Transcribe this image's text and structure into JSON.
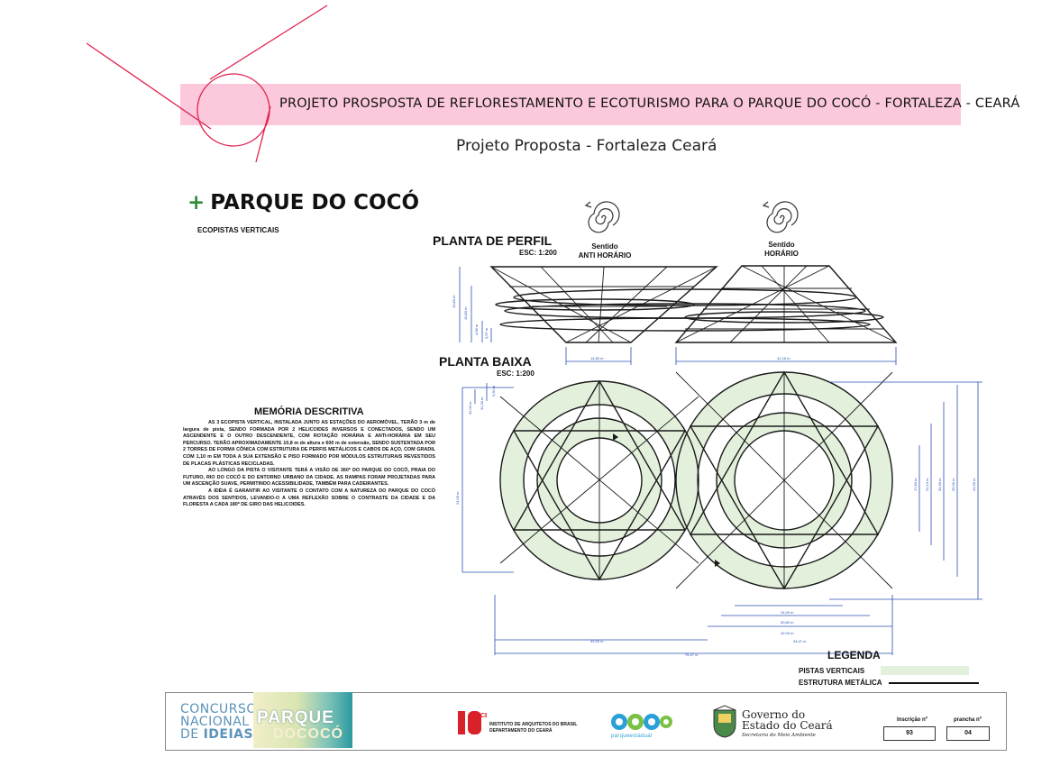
{
  "header": {
    "title": "PROJETO PROSPOSTA DE REFLORESTAMENTO E ECOTURISMO PARA O PARQUE DO COCÓ - FORTALEZA - CEARÁ",
    "subtitle": "Projeto Proposta - Fortaleza Ceará"
  },
  "park": {
    "heading": "PARQUE DO COCÓ",
    "plus": "+",
    "sub": "ECOPISTAS VERTICAIS"
  },
  "profile": {
    "title": "PLANTA DE PERFIL",
    "scale": "ESC: 1:200",
    "rotation_left": [
      "Sentido",
      "ANTI HORÁRIO"
    ],
    "rotation_right": [
      "Sentido",
      "HORÁRIO"
    ]
  },
  "plan": {
    "title": "PLANTA BAIXA",
    "scale": "ESC: 1:200"
  },
  "memoria": {
    "title": "MEMÓRIA DESCRITIVA",
    "paragraphs": [
      "AS 3 ECOPISTA VERTICAL, INSTALADA JUNTO AS ESTAÇÕES DO AEROMÓVEL, TERÃO 3 m de largura de pista, SENDO FORMADA POR 2 HELICOIDES INVERSOS E CONECTADOS, SENDO UM ASCENDENTE E O OUTRO DESCENDENTE, COM ROTAÇÃO HORÁRIA E ANTI-HORÁRIA EM SEU PERCURSO. TERÃO APROXIMADAMENTE 10,8 m de altura e 600 m de extensão, SENDO SUSTENTADA POR 2 TORRES DE FORMA CÔNICA COM ESTRUTURA DE PERFIS METÁLICOS E CABOS DE AÇO, COM GRADIL COM 1,10 m EM TODA A SUA EXTENSÃO E PISO FORMADO POR MÓDULOS ESTRUTURAIS REVESTIDOS DE PLACAS PLÁSTICAS RECICLADAS.",
      "AO LONGO DA PISTA O VISITANTE TERÁ A VISÃO DE 360º DO PARQUE DO COCÓ, PRAIA DO FUTURO, RIO DO COCÓ E DO ENTORNO URBANO DA CIDADE. AS RAMPAS FORAM PROJETADAS PARA UM ASCENÇÃO SUAVE, PERMITINDO ACESSIBILIDADE, TAMBÉM PARA CADEIRANTES.",
      "A IDÉIA É GARANTIR AO VISITANTE O CONTATO COM A NATUREZA DO PARQUE DO COCÓ ATRAVÉS DOS SENTIDOS, LEVANDO-O A UMA REFLEXÃO SOBRE O CONTRASTE DA CIDADE E DA FLORESTA A CADA 180º DE GIRO DAS HELICOIDES."
    ]
  },
  "dimensions": {
    "profile_left_width": "14,80 m",
    "profile_right_width": "41,16 m",
    "profile_heights": [
      "10,80 m",
      "10,80 m",
      "4,58 m",
      "3,67 m"
    ],
    "plan_height_left": "24,00 m",
    "plan_top_left": "42,00 m",
    "plan_top_left_2": "31,30 m",
    "plan_top_left_3": "5,50 m",
    "plan_right_heights": [
      "17,80 m",
      "24,13 m",
      "30,40 m",
      "35,00 m",
      "41,96 m"
    ],
    "plan_bottom": [
      "24,00 m",
      "30,80 m",
      "42,00 m",
      "42,00 m",
      "34,47 m",
      "76,47 m"
    ]
  },
  "legend": {
    "title": "LEGENDA",
    "row1": "PISTAS VERTICAIS",
    "row2": "ESTRUTURA METÁLICA",
    "track_color": "#e3f0dc",
    "structure_color": "#111111"
  },
  "footer": {
    "concurso_1": "CONCURSO",
    "concurso_2": "NACIONAL",
    "concurso_3a": "DE ",
    "concurso_3b": "IDEIAS",
    "parque_1": "PARQUE",
    "parque_2": "DOCOCÓ",
    "iab_mark": "CE",
    "iab_line1": "INSTITUTO DE ARQUITETOS DO BRASIL",
    "iab_line2": "DEPARTAMENTO DO CEARÁ",
    "coco_caption": "parqueestadual",
    "gov_line1": "Governo do",
    "gov_line2": "Estado do Ceará",
    "gov_line3": "Secretaria do Meio Ambiente",
    "inscricao_label": "Inscrição nº",
    "inscricao_value": "93",
    "prancha_label": "prancha nº",
    "prancha_value": "04"
  },
  "colors": {
    "accent_pink": "#fcc9dc",
    "decor_red": "#e0234e",
    "dimension_blue": "#2a4fb5",
    "track_green": "#e3f0dc"
  }
}
